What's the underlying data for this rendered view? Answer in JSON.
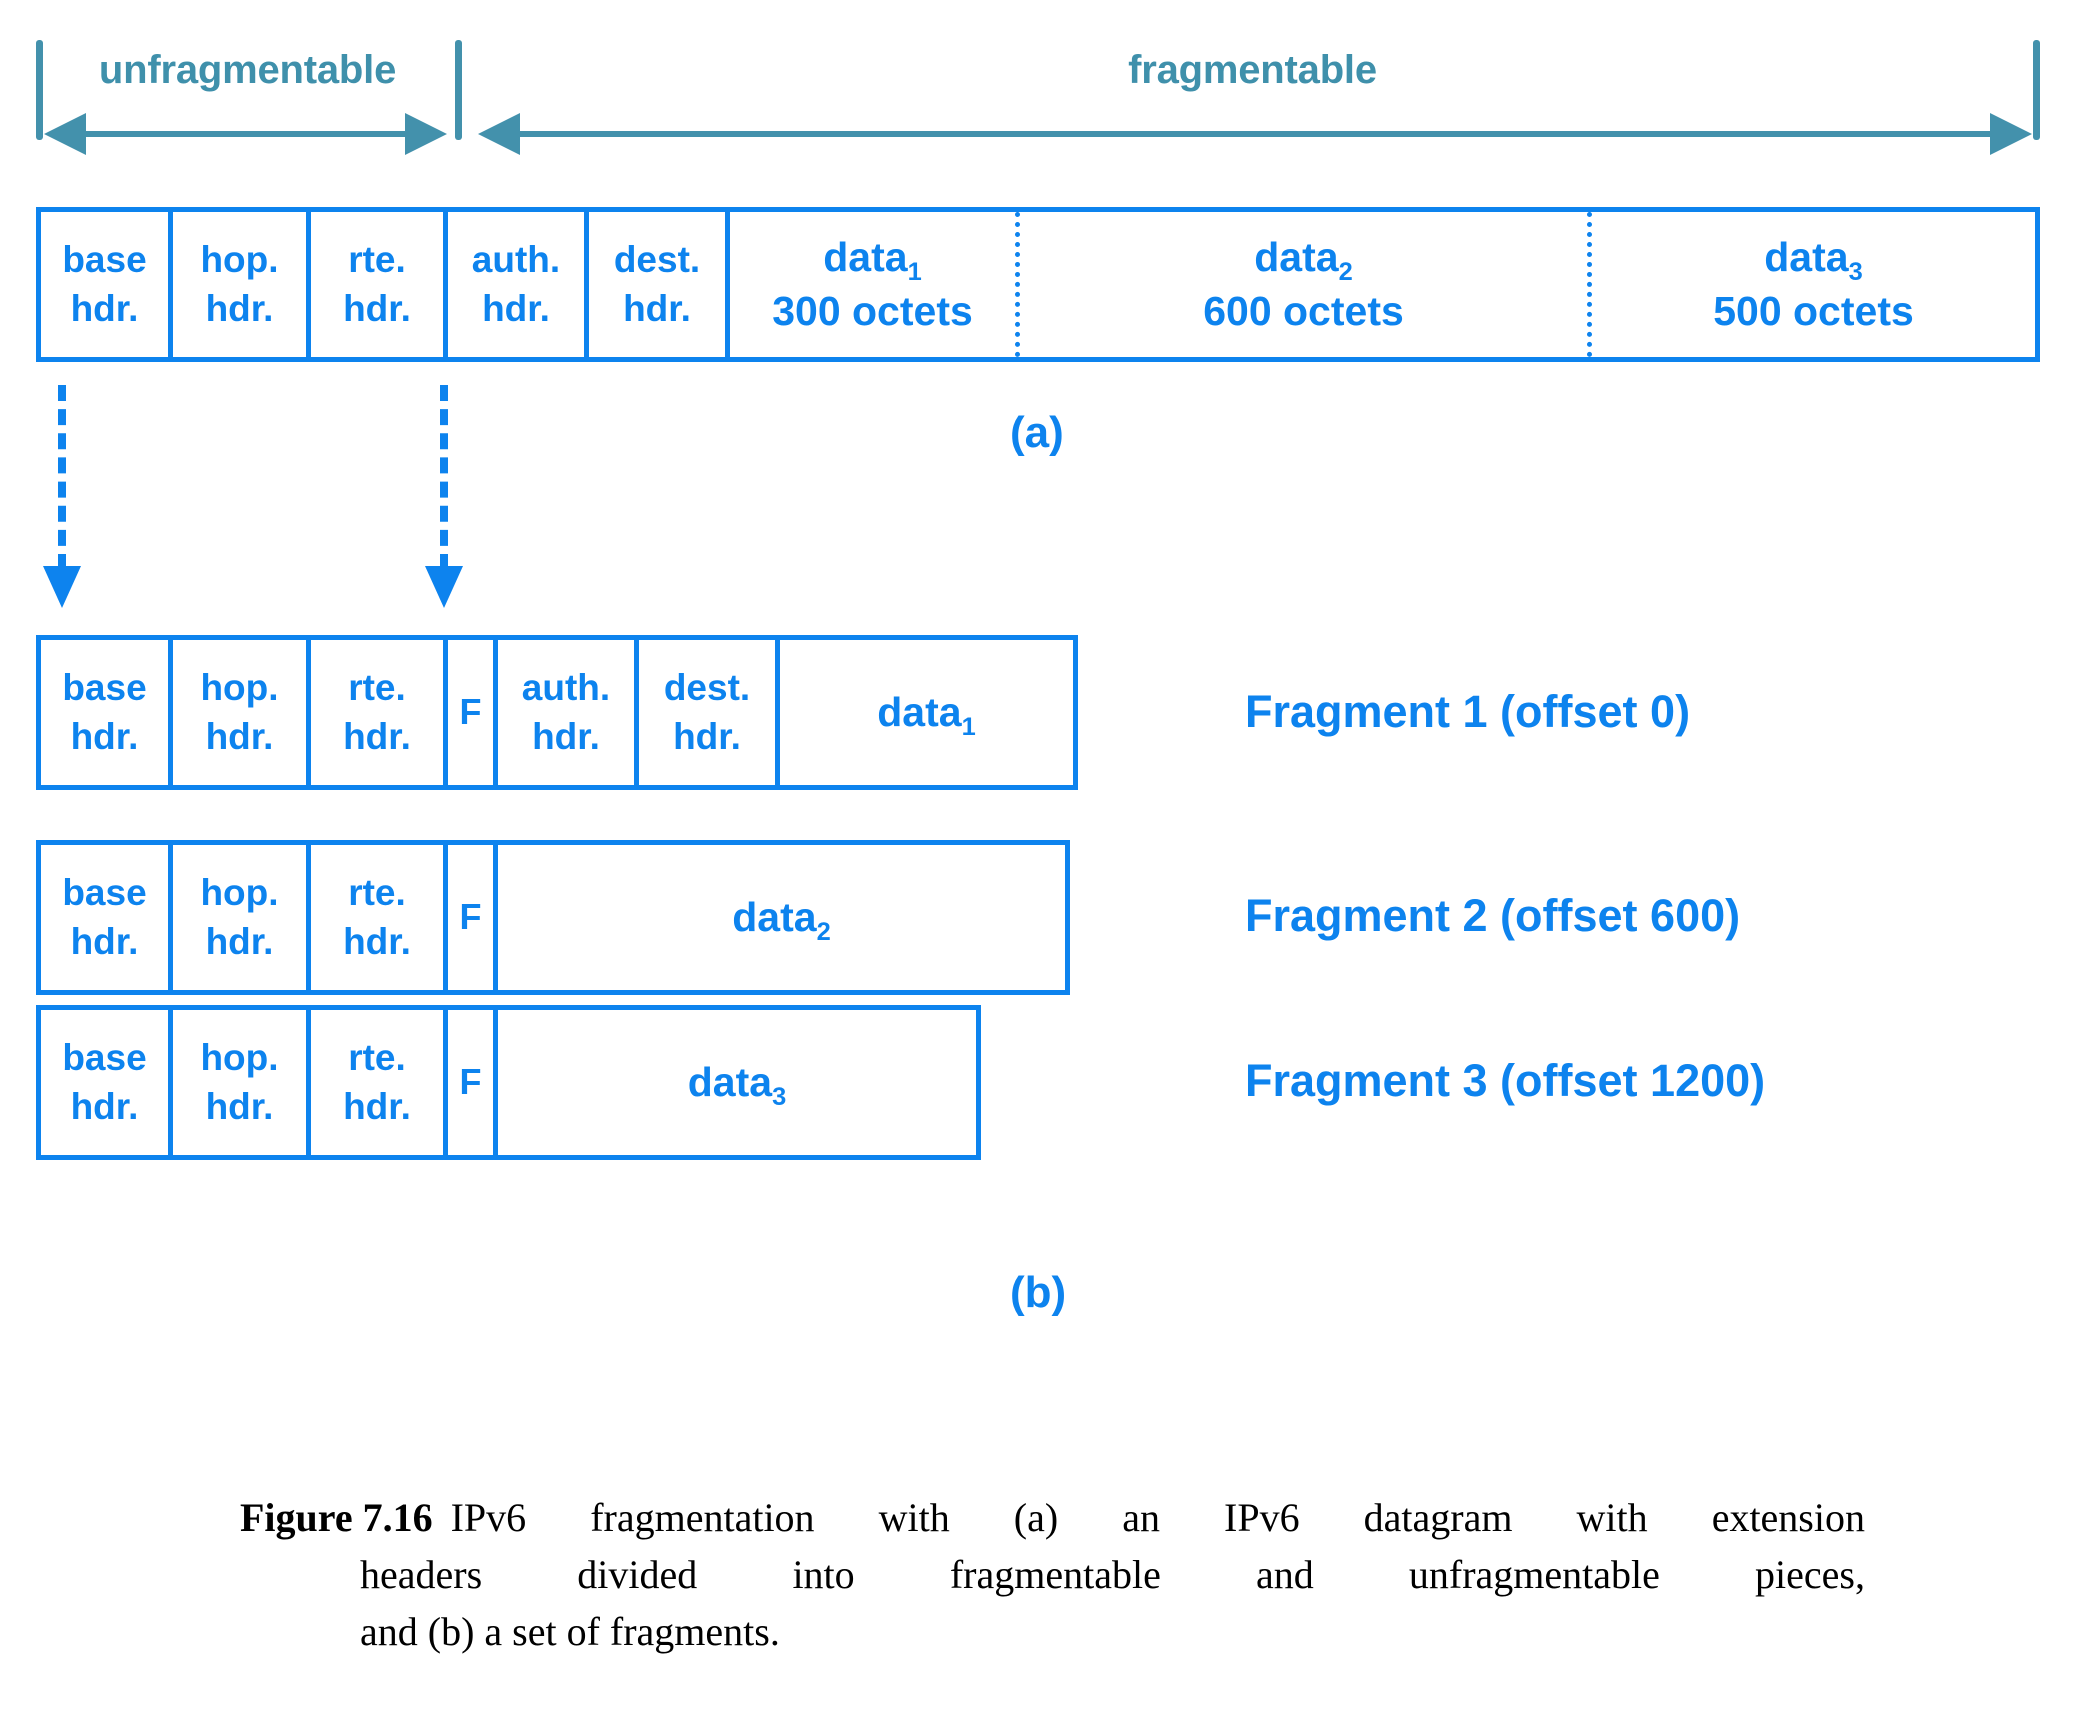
{
  "figure": {
    "bands": [
      {
        "label": "unfragmentable"
      },
      {
        "label": "fragmentable"
      }
    ],
    "section_a": {
      "tag": "(a)",
      "cells": [
        {
          "line1": "base",
          "line2": "hdr."
        },
        {
          "line1": "hop.",
          "line2": "hdr."
        },
        {
          "line1": "rte.",
          "line2": "hdr."
        },
        {
          "line1": "auth.",
          "line2": "hdr."
        },
        {
          "line1": "dest.",
          "line2": "hdr."
        },
        {
          "line1": "data",
          "sub": "1",
          "line2": "300 octets"
        },
        {
          "line1": "data",
          "sub": "2",
          "line2": "600 octets"
        },
        {
          "line1": "data",
          "sub": "3",
          "line2": "500 octets"
        }
      ]
    },
    "section_b": {
      "tag": "(b)",
      "fragments": [
        {
          "label": "Fragment 1 (offset 0)",
          "cells": [
            {
              "line1": "base",
              "line2": "hdr."
            },
            {
              "line1": "hop.",
              "line2": "hdr."
            },
            {
              "line1": "rte.",
              "line2": "hdr."
            },
            {
              "line1": "F"
            },
            {
              "line1": "auth.",
              "line2": "hdr."
            },
            {
              "line1": "dest.",
              "line2": "hdr."
            },
            {
              "line1": "data",
              "sub": "1"
            }
          ]
        },
        {
          "label": "Fragment 2 (offset 600)",
          "cells": [
            {
              "line1": "base",
              "line2": "hdr."
            },
            {
              "line1": "hop.",
              "line2": "hdr."
            },
            {
              "line1": "rte.",
              "line2": "hdr."
            },
            {
              "line1": "F"
            },
            {
              "line1": "data",
              "sub": "2"
            }
          ]
        },
        {
          "label": "Fragment 3 (offset 1200)",
          "cells": [
            {
              "line1": "base",
              "line2": "hdr."
            },
            {
              "line1": "hop.",
              "line2": "hdr."
            },
            {
              "line1": "rte.",
              "line2": "hdr."
            },
            {
              "line1": "F"
            },
            {
              "line1": "data",
              "sub": "3"
            }
          ]
        }
      ]
    },
    "caption": {
      "number": "Figure 7.16",
      "line1": "IPv6 fragmentation with (a) an IPv6 datagram with extension",
      "line2": "headers divided into fragmentable and unfragmentable pieces,",
      "line3": "and (b) a set of fragments."
    },
    "colors": {
      "packet_blue": "#0d83ee",
      "band_teal": "#4391ac",
      "caption_black": "#000000",
      "background": "#ffffff"
    }
  }
}
